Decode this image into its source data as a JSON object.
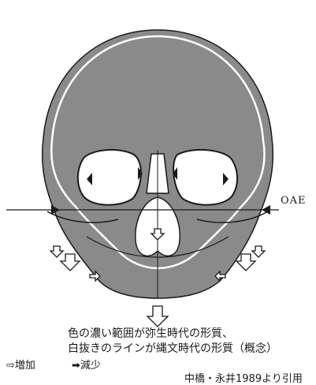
{
  "figure": {
    "reference_line_label": "OAE",
    "caption_line1": "色の濃い範囲が弥生時代の形質、",
    "caption_line2": "白抜きのラインが縄文時代の形質（概念）",
    "legend_increase": "⇨増加",
    "legend_decrease": "➡減少",
    "source": "中橋・永井1989より引用"
  },
  "colors": {
    "dark_region": "#8a8a8a",
    "outline": "#1a1a1a",
    "background": "#ffffff"
  }
}
